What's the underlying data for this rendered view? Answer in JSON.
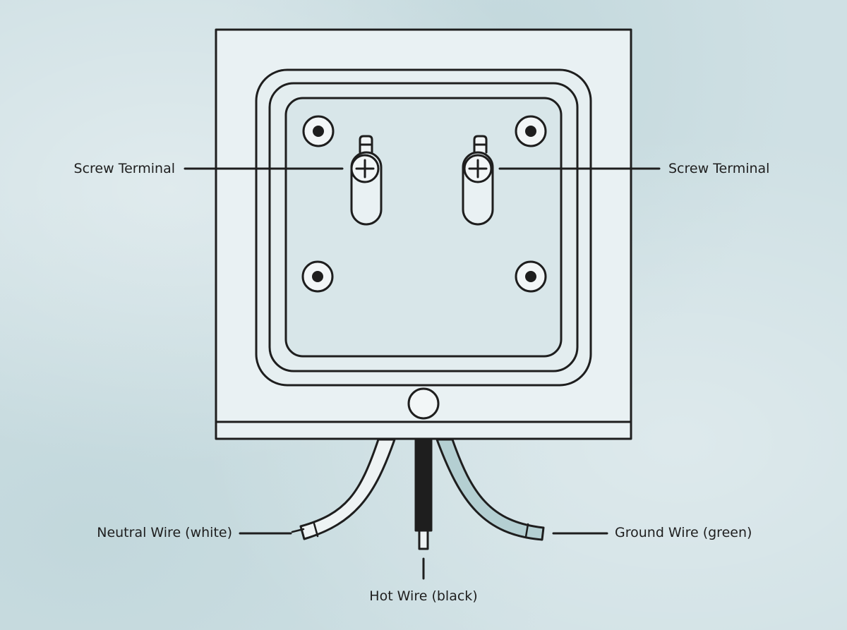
{
  "labels": {
    "screw_terminal_left": "Screw Terminal",
    "screw_terminal_right": "Screw Terminal",
    "neutral_wire": "Neutral Wire (white)",
    "hot_wire": "Hot Wire (black)",
    "ground_wire": "Ground Wire (green)"
  },
  "colors": {
    "background": "#cfe0e4",
    "outline": "#1e1e1e",
    "box_fill": "#e9f1f3",
    "neutral_wire": "#eef3f4",
    "hot_wire": "#1e1e1e",
    "ground_wire": "#b4cfd2"
  }
}
